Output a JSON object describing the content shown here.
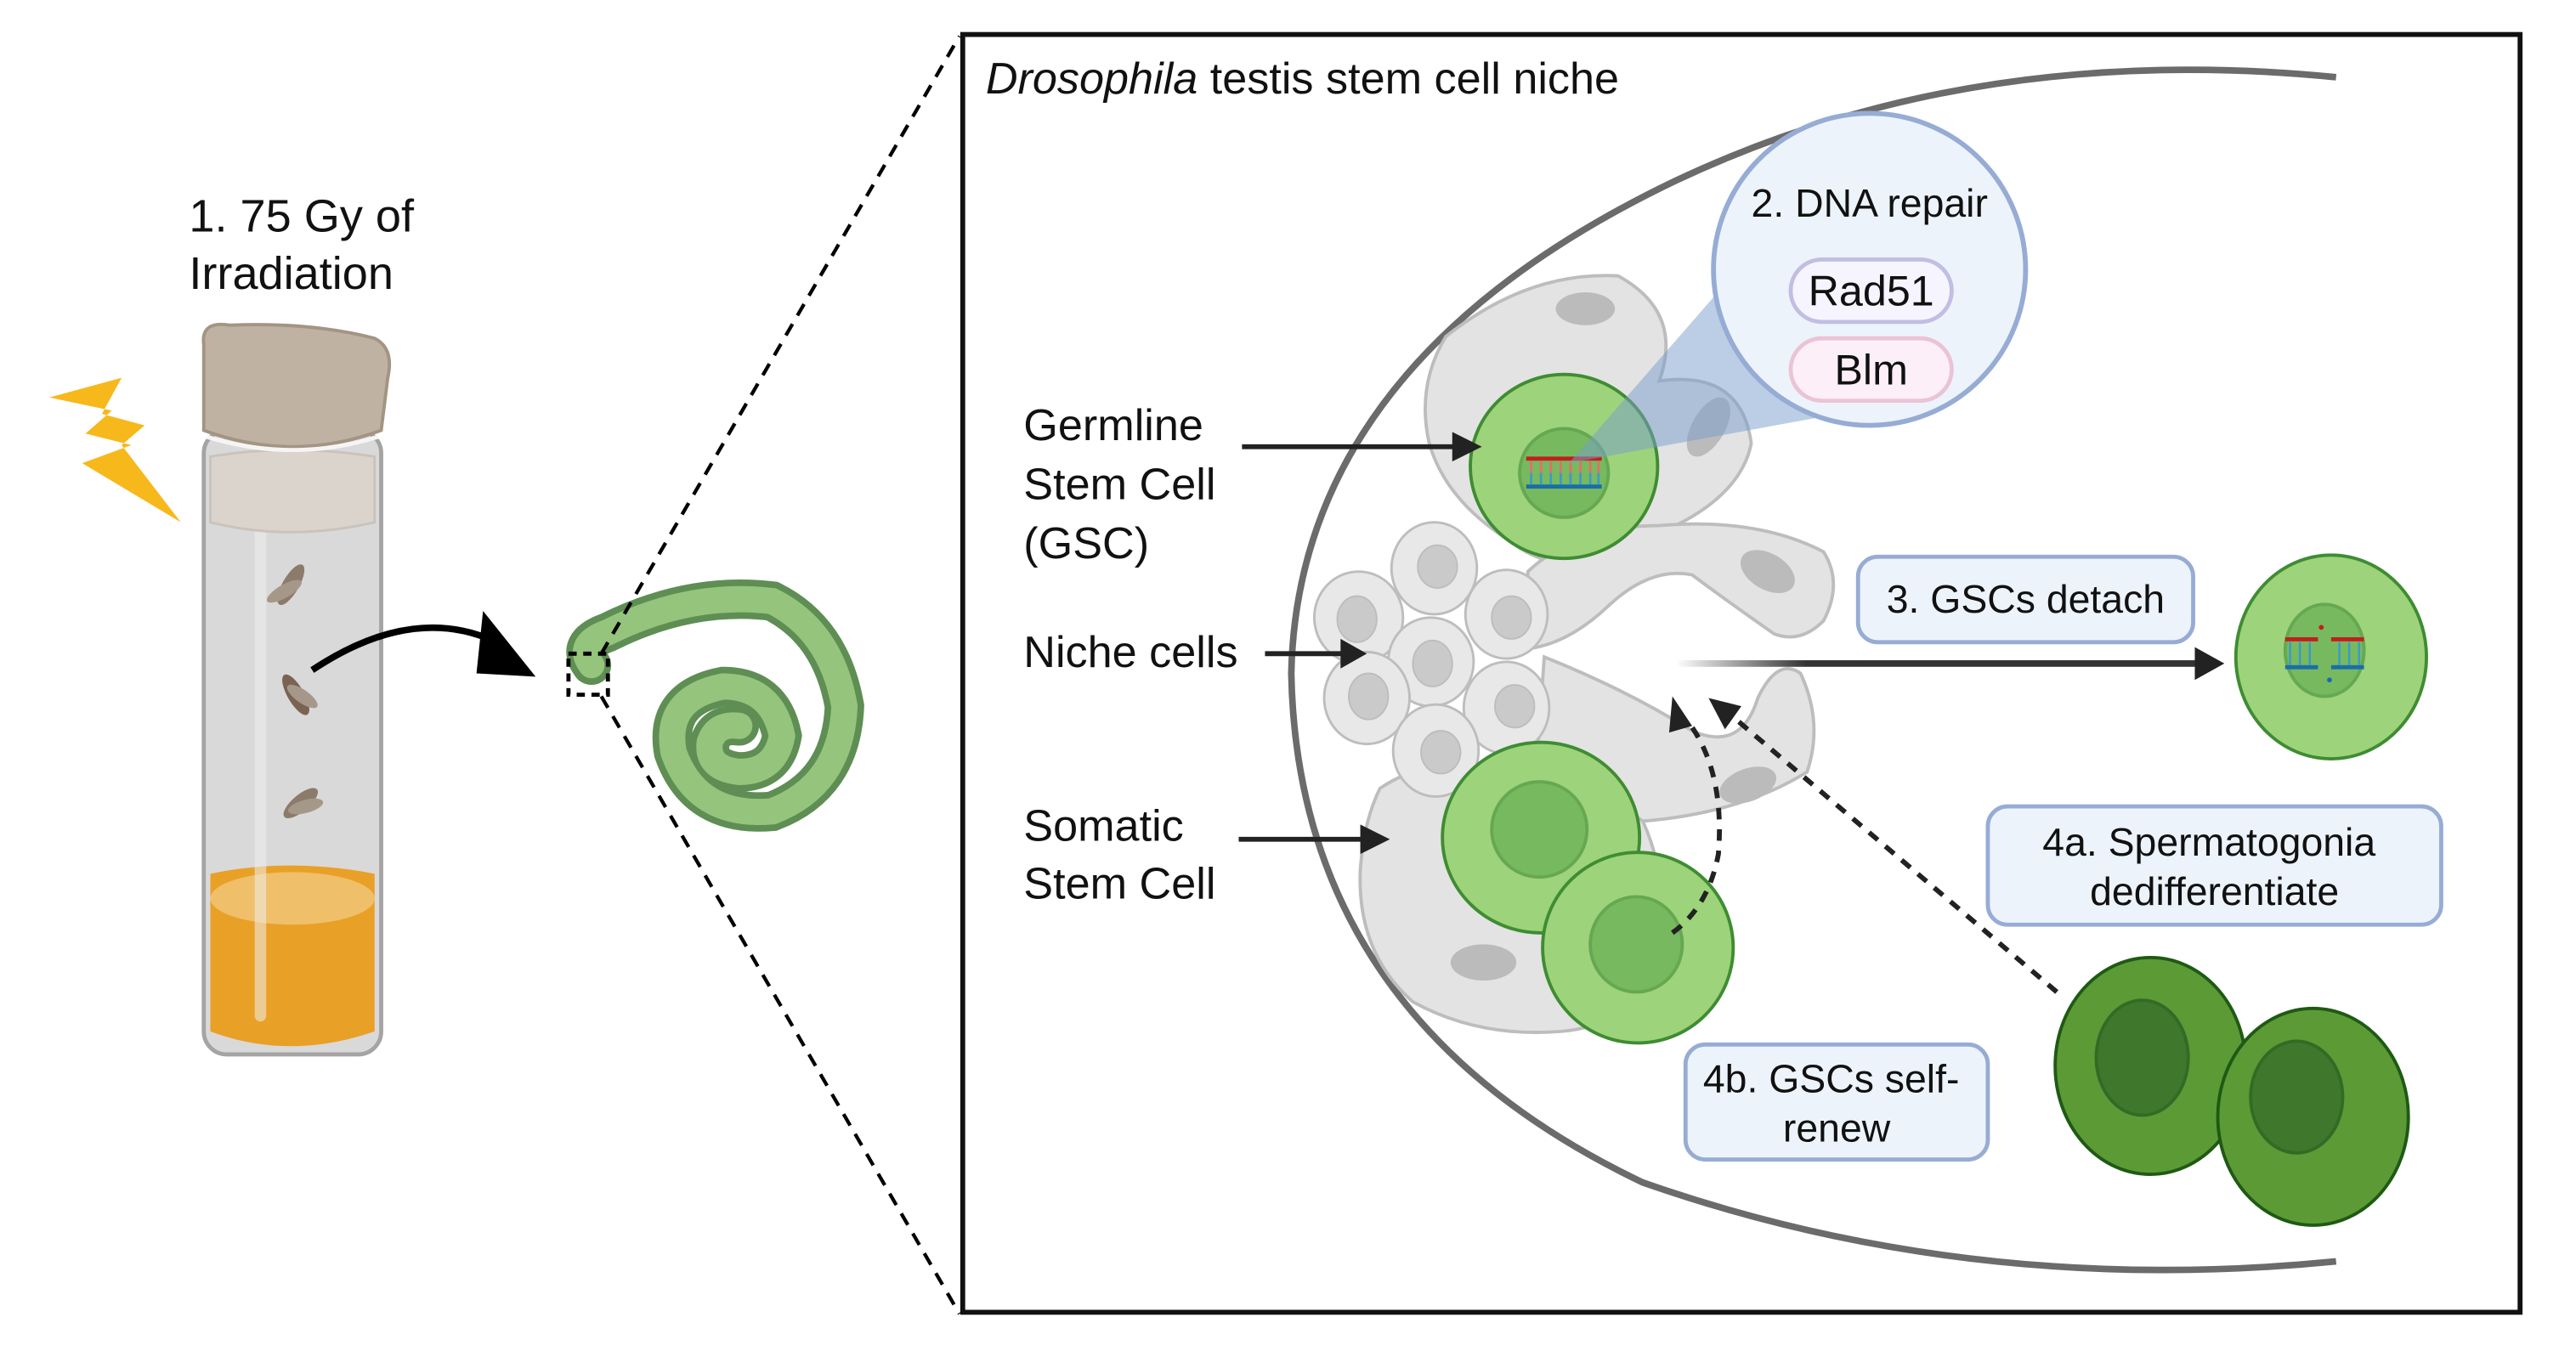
{
  "figure": {
    "step1_label_lines": [
      "1. 75 Gy of",
      "Irradiation"
    ],
    "panel_title_italic": "Drosophila",
    "panel_title_rest": " testis stem cell niche",
    "labels": {
      "germline_lines": [
        "Germline",
        "Stem Cell",
        "(GSC)"
      ],
      "niche": "Niche cells",
      "somatic_lines": [
        "Somatic",
        "Stem Cell"
      ]
    },
    "dna_repair": {
      "title": "2. DNA repair",
      "proteins": [
        "Rad51",
        "Blm"
      ]
    },
    "steps": {
      "detach": "3. GSCs detach",
      "dedifferentiate_lines": [
        "4a. Spermatogonia",
        "dedifferentiate"
      ],
      "self_renew_lines": [
        "4b. GSCs self-",
        "renew"
      ]
    },
    "colors": {
      "bolt": "#F7B81B",
      "vial_cap": "#BFB2A2",
      "vial_food": "#E9A027",
      "testis": "#95C47D",
      "testis_stroke": "#5E8E53",
      "gsc_fill": "#9DD37A",
      "gsc_nucleus": "#77B95E",
      "gsc_stroke": "#3F8C33",
      "spermatogonia_fill": "#5C9A36",
      "spermatogonia_nucleus": "#3F782D",
      "somatic_fill": "#E3E3E3",
      "box_fill": "#EDF3FB",
      "box_stroke": "#97ACD4",
      "rad51_fill": "#F6F4FE",
      "rad51_stroke": "#C1BEE2",
      "blm_fill": "#FDEFF7",
      "blm_stroke": "#EBC3D6"
    }
  }
}
